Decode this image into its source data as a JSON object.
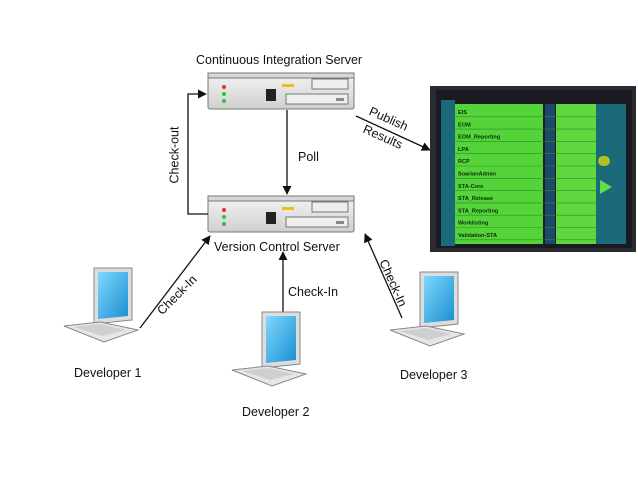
{
  "nodes": {
    "ci_server": {
      "label": "Continuous Integration Server"
    },
    "vcs_server": {
      "label": "Version Control Server"
    },
    "developer_1": {
      "label": "Developer 1"
    },
    "developer_2": {
      "label": "Developer 2"
    },
    "developer_3": {
      "label": "Developer 3"
    },
    "dashboard": {
      "projects": [
        "EIS",
        "EOM",
        "EOM_Reporting",
        "LPA",
        "RCP",
        "SoarianAdmin",
        "STA-Core",
        "STA_Release",
        "STA_Reporting",
        "Worklisting",
        "Validation-STA"
      ]
    }
  },
  "edges": {
    "checkout": {
      "label": "Check-out"
    },
    "poll": {
      "label": "Poll"
    },
    "publish": {
      "label_line1": "Publish",
      "label_line2": "Results"
    },
    "checkin_1": {
      "label": "Check-In"
    },
    "checkin_2": {
      "label": "Check-In"
    },
    "checkin_3": {
      "label": "Check-In"
    }
  },
  "colors": {
    "server_body": "#e6e6e6",
    "dashboard_bezel": "#2a2a30",
    "dashboard_green": "#55d43a",
    "dashboard_side": "#1b6a7a",
    "monitor_screen": "#1ea0e0"
  }
}
